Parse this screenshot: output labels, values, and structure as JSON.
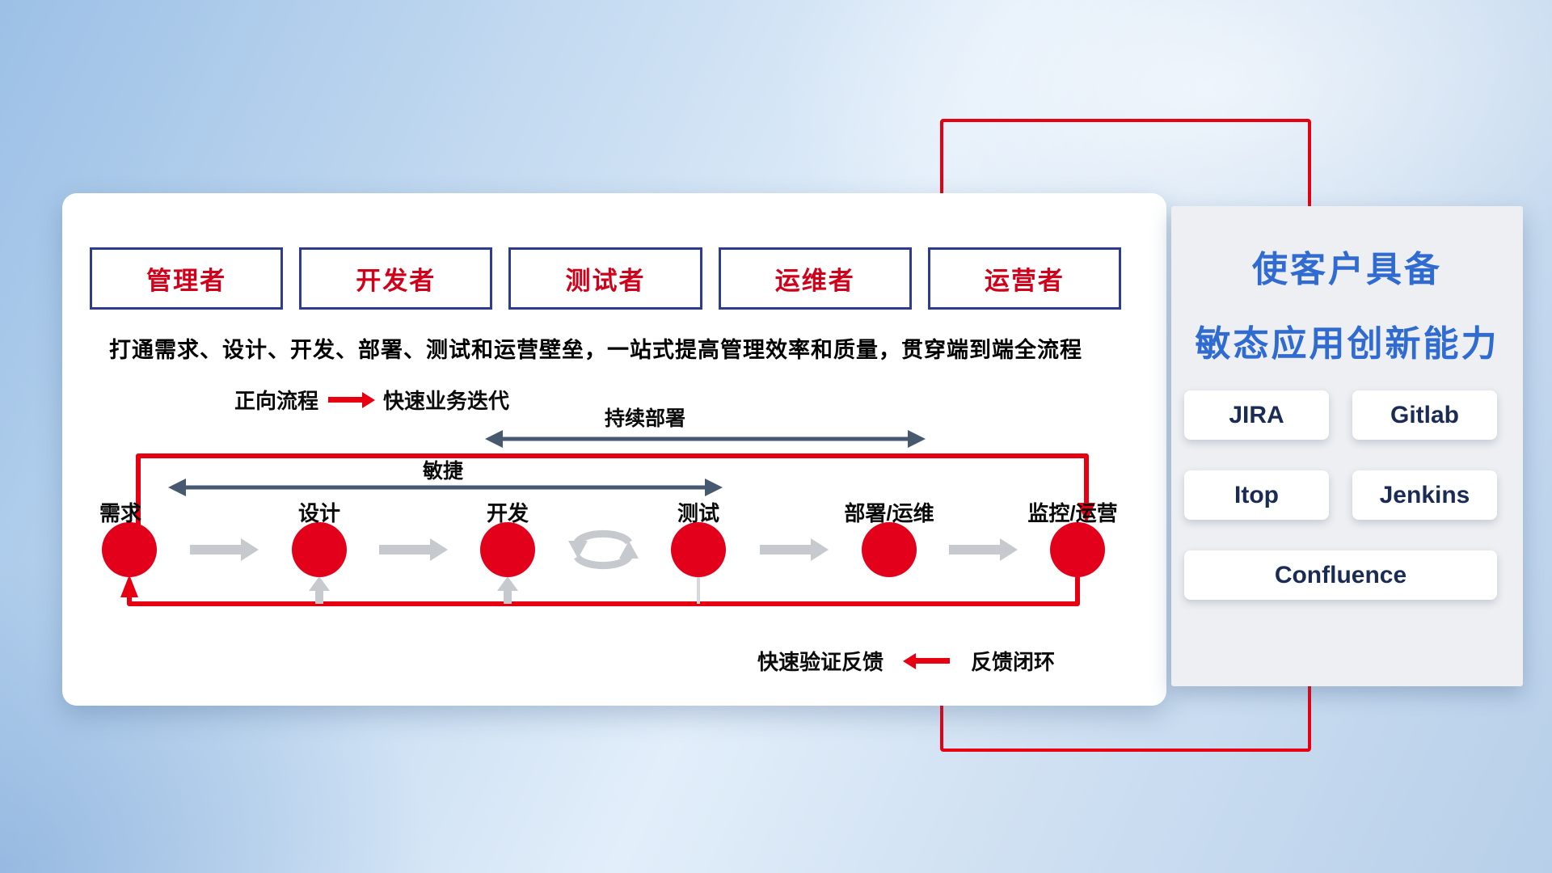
{
  "roles": [
    "管理者",
    "开发者",
    "测试者",
    "运维者",
    "运营者"
  ],
  "description": "打通需求、设计、开发、部署、测试和运营壁垒，一站式提高管理效率和质量，贯穿端到端全流程",
  "legend_forward": {
    "label": "正向流程",
    "value": "快速业务迭代"
  },
  "flow": {
    "stages": [
      "需求",
      "设计",
      "开发",
      "测试",
      "部署/运维",
      "监控/运营"
    ],
    "agile_label": "敏捷",
    "cd_label": "持续部署"
  },
  "legend_feedback": {
    "label": "快速验证反馈",
    "value": "反馈闭环"
  },
  "panel": {
    "title_line1": "使客户具备",
    "title_line2": "敏态应用创新能力",
    "tools": [
      "JIRA",
      "Gitlab",
      "Itop",
      "Jenkins",
      "Confluence"
    ]
  },
  "colors": {
    "brand_red": "#e60012",
    "role_text_red": "#d0021b",
    "role_border_navy": "#2d3c8e",
    "dark_arrow": "#47596e",
    "gray_arrow": "#c6cace",
    "panel_title_blue": "#2f6bd0",
    "button_text_navy": "#1a2b55",
    "background_blue": "#c2d9f0"
  }
}
